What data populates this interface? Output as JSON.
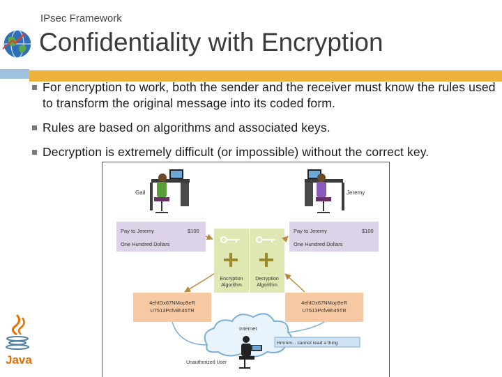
{
  "header": {
    "supertitle": "IPsec Framework",
    "title": "Confidentiality with Encryption"
  },
  "bullets": [
    "For encryption to work, both the sender and the receiver must know the rules used to transform the original message into its coded form.",
    "Rules are based on algorithms and associated keys.",
    "Decryption is extremely difficult (or impossible) without the correct key."
  ],
  "diagram": {
    "sender_name": "Gail",
    "receiver_name": "Jeremy",
    "plain_left": {
      "line1": "Pay to Jeremy",
      "amount": "$100",
      "line2": "One Hundred Dollars"
    },
    "plain_right": {
      "line1": "Pay to Jeremy",
      "amount": "$100",
      "line2": "One Hundred Dollars"
    },
    "encryption_label_1": "Encryption",
    "encryption_label_2": "Algorithm",
    "decryption_label_1": "Decryption",
    "decryption_label_2": "Algorithm",
    "cipher_left": {
      "line1": "4ehIDx67NMop9eR",
      "line2": "U7513Pcfv8h45TR"
    },
    "cipher_right": {
      "line1": "4ehIDx67NMop9eR",
      "line2": "U7513Pcfv8h45TR"
    },
    "internet_label": "Internet",
    "attacker_message": "Hmmm... cannot read a thing",
    "attacker_label": "Unauthorized User"
  },
  "colors": {
    "accent_orange": "#f0b23f",
    "accent_blue": "#9fc3de",
    "plaintext_box": "#dcd3e8",
    "ciphertext_box": "#f7c9a2",
    "algorithm_box": "#dfe7b2"
  },
  "icons": [
    "globe-logo-icon",
    "java-logo-icon",
    "key-icon",
    "plus-icon",
    "lock-icon"
  ]
}
